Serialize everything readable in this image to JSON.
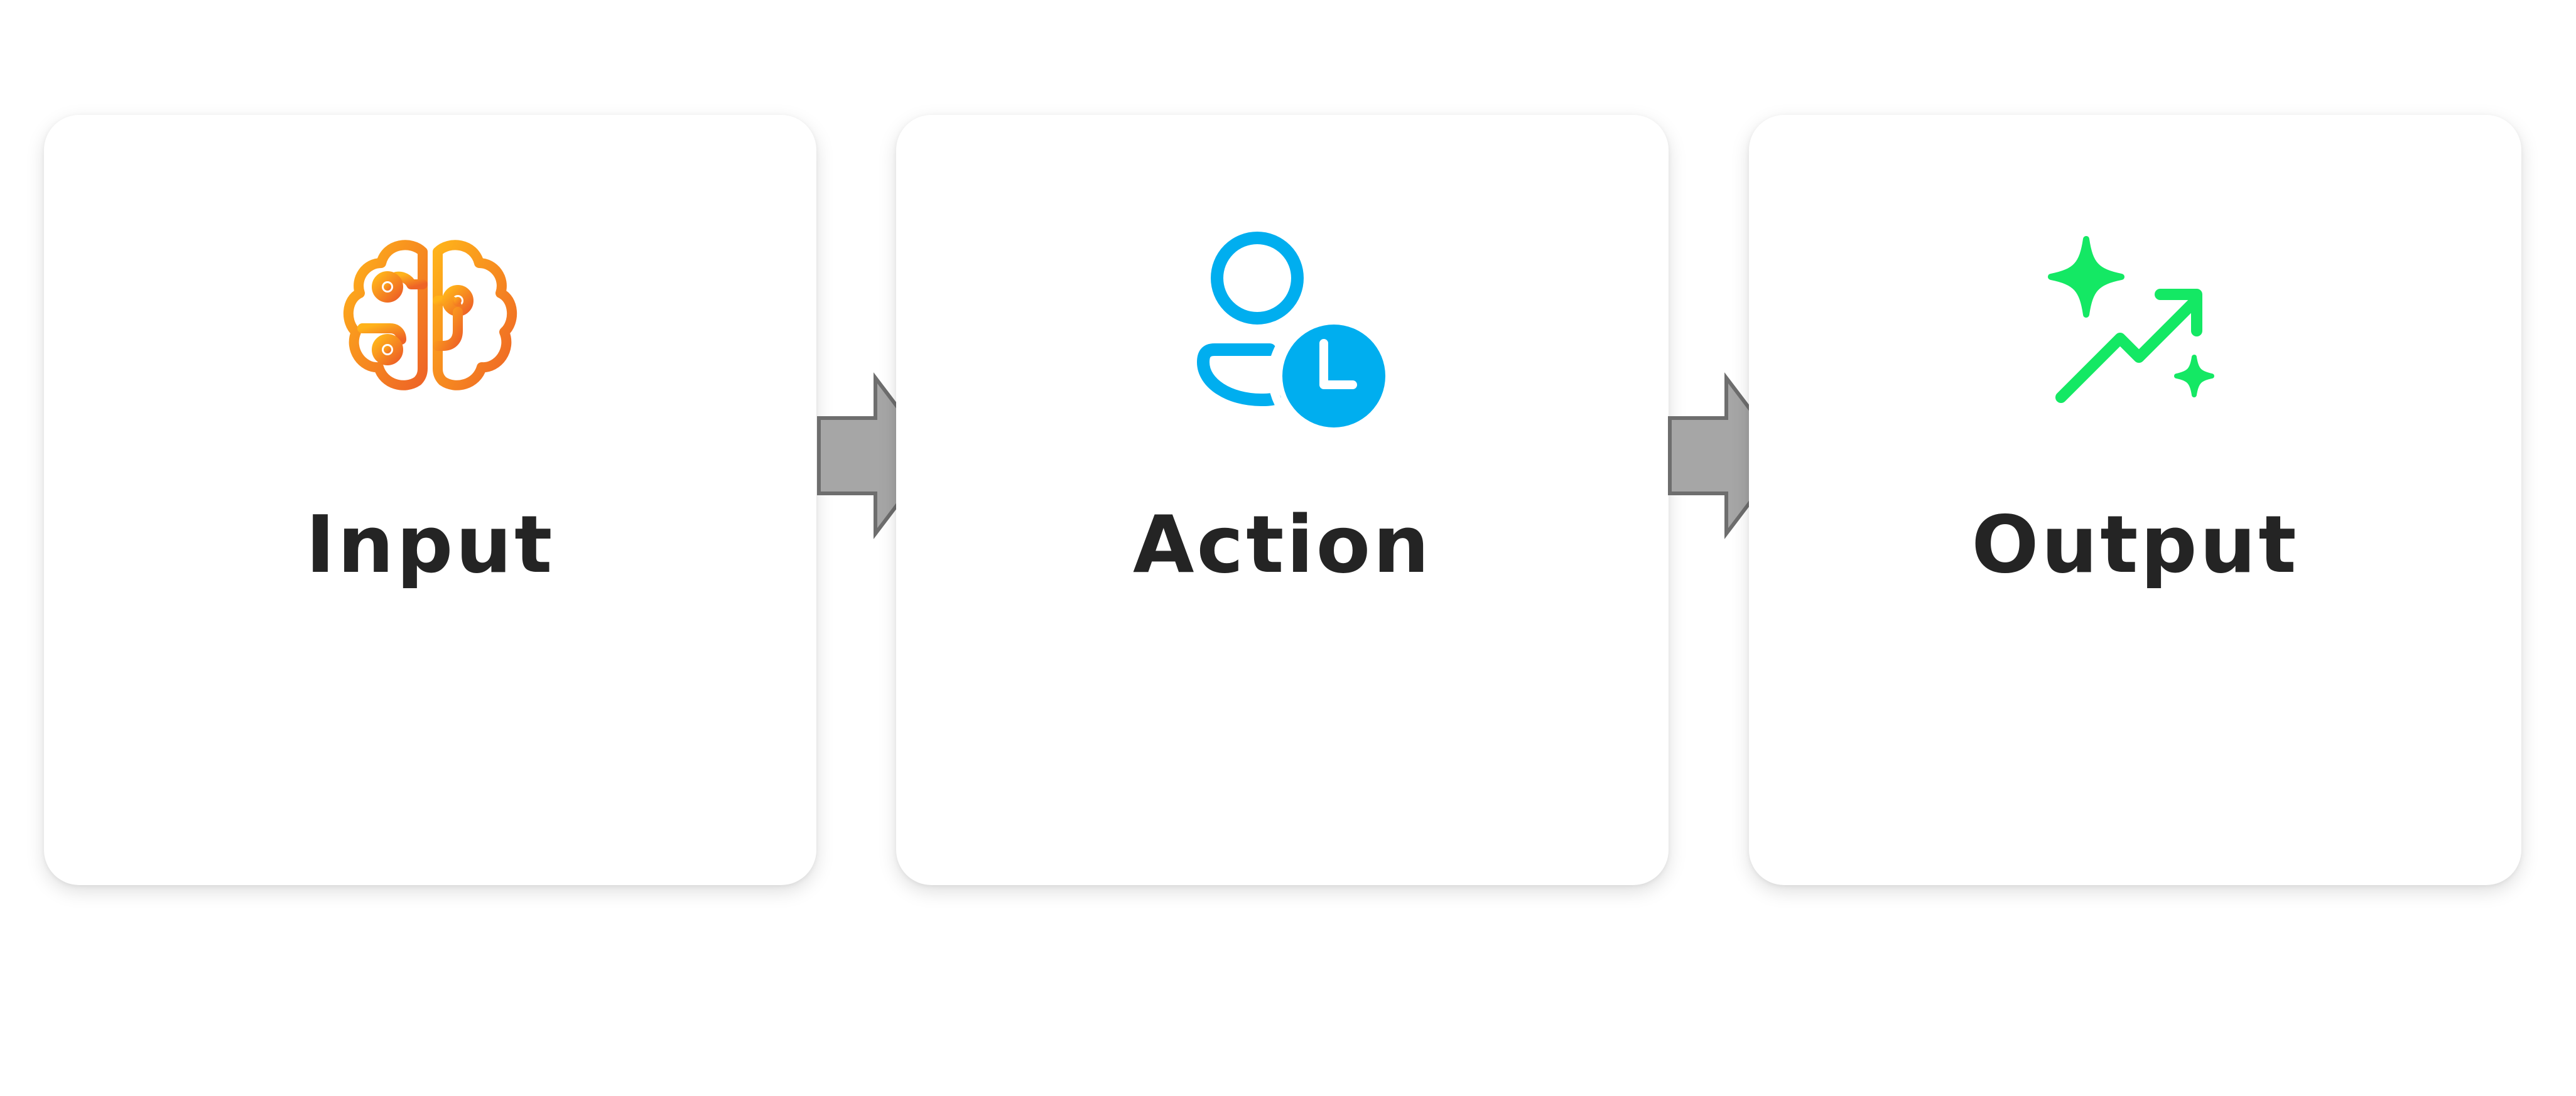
{
  "steps": [
    {
      "label": "Input",
      "icon": "brain-circuit-icon",
      "icon_colors": [
        "#FFB31A",
        "#EE6426"
      ]
    },
    {
      "label": "Action",
      "icon": "person-clock-icon",
      "icon_color": "#00AEEF"
    },
    {
      "label": "Output",
      "icon": "sparkle-trend-up-icon",
      "icon_color": "#14E864"
    }
  ],
  "connector": {
    "type": "arrow",
    "fill": "#A6A6A6",
    "stroke": "#6E6E6E"
  },
  "colors": {
    "card_background": "#FFFFFF",
    "label_text": "#242424",
    "page_background": "#FFFFFF"
  }
}
